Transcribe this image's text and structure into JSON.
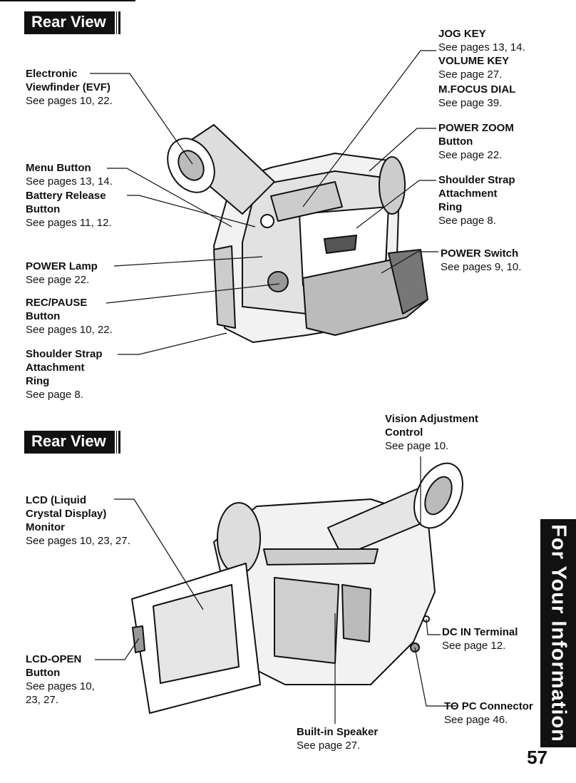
{
  "sections": [
    {
      "heading": "Rear View",
      "labels": [
        {
          "title": [
            "JOG KEY"
          ],
          "refs": [
            "See pages 13, 14."
          ]
        },
        {
          "title": [
            "VOLUME KEY"
          ],
          "refs": [
            "See page 27."
          ]
        },
        {
          "title": [
            "M.FOCUS DIAL"
          ],
          "refs": [
            "See page 39."
          ]
        },
        {
          "title": [
            "Electronic",
            "Viewfinder (EVF)"
          ],
          "refs": [
            "See pages 10, 22."
          ]
        },
        {
          "title": [
            "POWER ZOOM",
            "Button"
          ],
          "refs": [
            "See page 22."
          ]
        },
        {
          "title": [
            "Menu Button"
          ],
          "refs": [
            "See pages 13, 14."
          ]
        },
        {
          "title": [
            "Shoulder Strap",
            "Attachment",
            "Ring"
          ],
          "refs": [
            "See page 8."
          ]
        },
        {
          "title": [
            "Battery Release",
            "Button"
          ],
          "refs": [
            "See pages 11, 12."
          ]
        },
        {
          "title": [
            "POWER Lamp"
          ],
          "refs": [
            "See page 22."
          ]
        },
        {
          "title": [
            "POWER Switch"
          ],
          "refs": [
            "See pages 9, 10."
          ]
        },
        {
          "title": [
            "REC/PAUSE",
            "Button"
          ],
          "refs": [
            "See pages 10, 22."
          ]
        },
        {
          "title": [
            "Shoulder Strap",
            "Attachment",
            "Ring"
          ],
          "refs": [
            "See page 8."
          ]
        }
      ]
    },
    {
      "heading": "Rear View",
      "labels": [
        {
          "title": [
            "Vision Adjustment",
            "Control"
          ],
          "refs": [
            "See page 10."
          ]
        },
        {
          "title": [
            "LCD (Liquid",
            "Crystal Display)",
            "Monitor"
          ],
          "refs": [
            "See pages 10, 23, 27."
          ]
        },
        {
          "title": [
            "DC IN Terminal"
          ],
          "refs": [
            "See page 12."
          ]
        },
        {
          "title": [
            "LCD-OPEN",
            "Button"
          ],
          "refs": [
            "See pages 10,",
            "23, 27."
          ]
        },
        {
          "title": [
            "TO PC Connector"
          ],
          "refs": [
            "See page 46."
          ]
        },
        {
          "title": [
            "Built-in Speaker"
          ],
          "refs": [
            "See page 27."
          ]
        }
      ]
    }
  ],
  "side_tab": "For Your Information",
  "page_number": "57"
}
